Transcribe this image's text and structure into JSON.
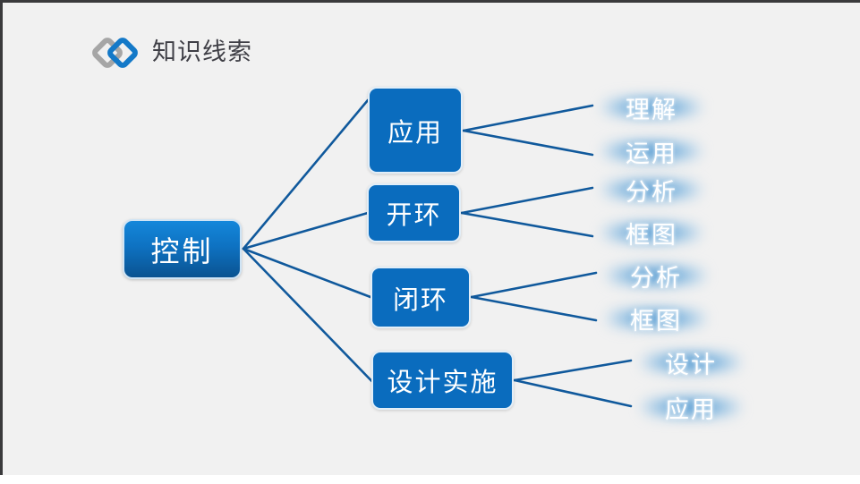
{
  "slide": {
    "background_color": "#f1f1f1",
    "frame_color": "#3a3a3c"
  },
  "header": {
    "title": "知识线索",
    "title_color": "#3f3f46",
    "logo": {
      "name": "overlapping-diamonds-logo",
      "left_diamond_color": "#a6a6a6",
      "right_diamond_color": "#1479c8"
    }
  },
  "diagram": {
    "type": "mind-map",
    "accent_color": "#0a6cbe",
    "connector_color": "#10599c",
    "root": {
      "label": "控制",
      "gradient_from": "#1487da",
      "gradient_to": "#0a5391"
    },
    "branches": [
      {
        "label": "应用",
        "children": [
          "理解",
          "运用"
        ]
      },
      {
        "label": "开环",
        "children": [
          "分析",
          "框图"
        ]
      },
      {
        "label": "闭环",
        "children": [
          "分析",
          "框图"
        ]
      },
      {
        "label": "设计实施",
        "children": [
          "设计",
          "应用"
        ]
      }
    ]
  }
}
